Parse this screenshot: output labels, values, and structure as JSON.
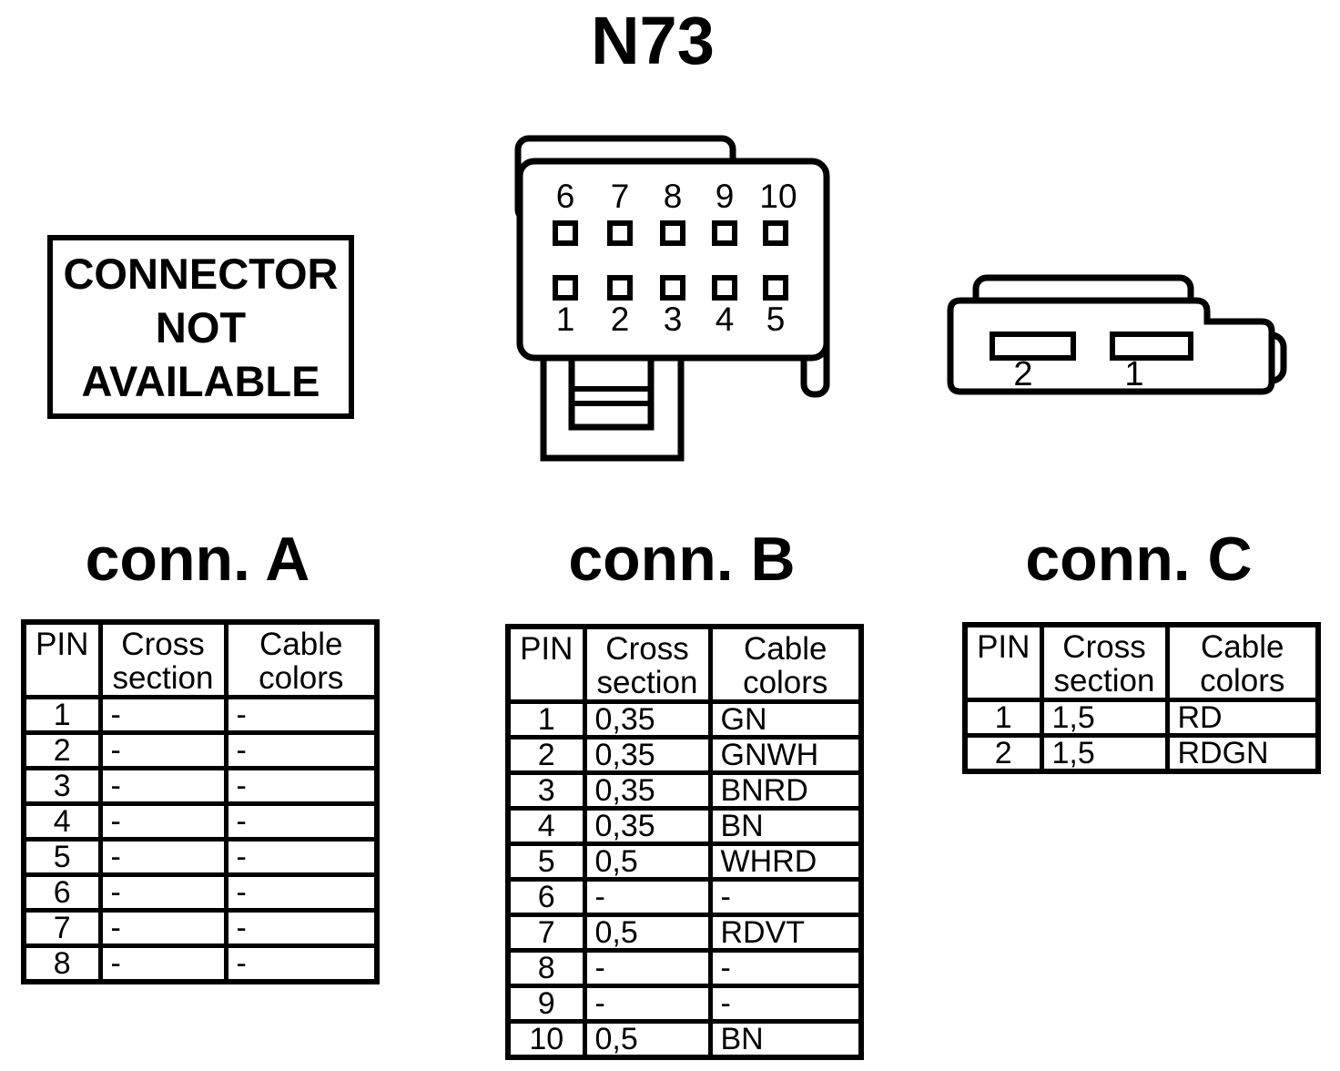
{
  "title": "N73",
  "not_available": {
    "lines": [
      "CONNECTOR",
      "NOT",
      "AVAILABLE"
    ]
  },
  "connector_b": {
    "top_pins": [
      "6",
      "7",
      "8",
      "9",
      "10"
    ],
    "bottom_pins": [
      "1",
      "2",
      "3",
      "4",
      "5"
    ]
  },
  "connector_c": {
    "pins": [
      "2",
      "1"
    ]
  },
  "tables": [
    {
      "title": "conn. A",
      "headers": [
        "PIN",
        "Cross section",
        "Cable colors"
      ],
      "rows": [
        [
          "1",
          "-",
          "-"
        ],
        [
          "2",
          "-",
          "-"
        ],
        [
          "3",
          "-",
          "-"
        ],
        [
          "4",
          "-",
          "-"
        ],
        [
          "5",
          "-",
          "-"
        ],
        [
          "6",
          "-",
          "-"
        ],
        [
          "7",
          "-",
          "-"
        ],
        [
          "8",
          "-",
          "-"
        ]
      ]
    },
    {
      "title": "conn. B",
      "headers": [
        "PIN",
        "Cross section",
        "Cable colors"
      ],
      "rows": [
        [
          "1",
          "0,35",
          "GN"
        ],
        [
          "2",
          "0,35",
          "GNWH"
        ],
        [
          "3",
          "0,35",
          "BNRD"
        ],
        [
          "4",
          "0,35",
          "BN"
        ],
        [
          "5",
          "0,5",
          "WHRD"
        ],
        [
          "6",
          "-",
          "-"
        ],
        [
          "7",
          "0,5",
          "RDVT"
        ],
        [
          "8",
          "-",
          "-"
        ],
        [
          "9",
          "-",
          "-"
        ],
        [
          "10",
          "0,5",
          "BN"
        ]
      ]
    },
    {
      "title": "conn. C",
      "headers": [
        "PIN",
        "Cross section",
        "Cable colors"
      ],
      "rows": [
        [
          "1",
          "1,5",
          "RD"
        ],
        [
          "2",
          "1,5",
          "RDGN"
        ]
      ]
    }
  ],
  "colors": {
    "ink": "#000000",
    "background": "#ffffff"
  }
}
